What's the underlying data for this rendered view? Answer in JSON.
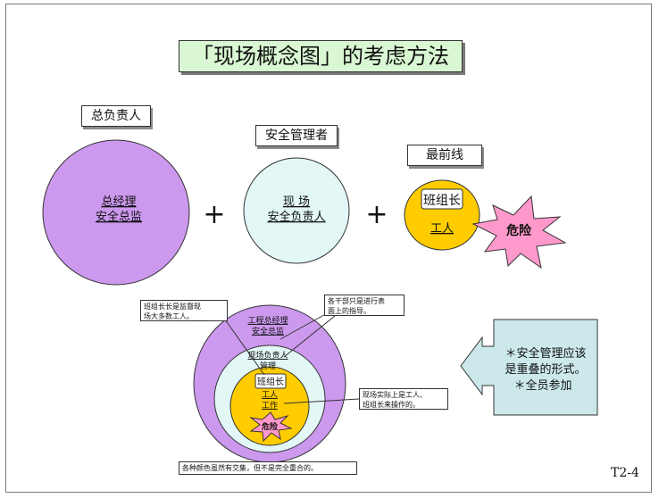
{
  "title": "「现场概念图」的考虑方法",
  "tags": {
    "boss": "总负责人",
    "safety": "安全管理者",
    "front": "最前线"
  },
  "circles": {
    "left_line1": "总经理",
    "left_line2": "安全总监",
    "mid_line1": "现 场",
    "mid_line2": "安全负责人",
    "right_leader": "班组长",
    "right_worker": "工人",
    "danger": "危险"
  },
  "plus": "+",
  "nested": {
    "outer_line1": "工程总经理",
    "outer_line2": "安全总监",
    "mid_line1": "现场负责人",
    "mid_line2": "管理",
    "leader": "班组长",
    "worker_line1": "工人",
    "worker_line2": "工作",
    "danger": "危险"
  },
  "notes": {
    "n1_line1": "班组长长是监督现",
    "n1_line2": "场大多数工人。",
    "n2_line1": "各干部只是进行表",
    "n2_line2": "面上的指导。",
    "n3_line1": "现场实际上是工人、",
    "n3_line2": "班组长来操作的。",
    "n4": "各种颜色虽然有交集，但不是完全重合的。"
  },
  "callout": {
    "line1": "＊安全管理应该",
    "line2": "是重叠的形式。",
    "line3": "＊全员参加"
  },
  "page_number": "T2-4",
  "colors": {
    "purple": "#cc99ee",
    "light_cyan": "#e3f7f7",
    "yellow": "#ffcc00",
    "pink": "#ff99cc",
    "callout": "#cce8ea",
    "title_bg": "#d9f7d2"
  }
}
